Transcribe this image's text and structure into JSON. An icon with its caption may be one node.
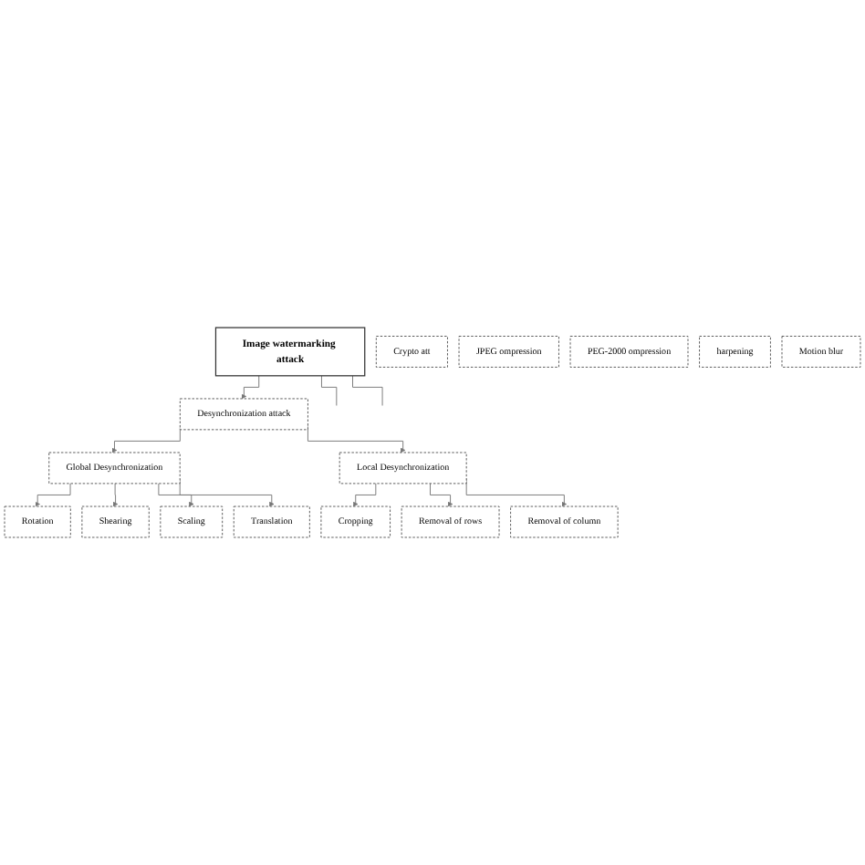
{
  "diagram": {
    "nodes": [
      {
        "text": [
          "Image watermarking attack"
        ]
      },
      {
        "text": [
          "Desynchronization attack"
        ]
      },
      {
        "text": [
          "Crypto att"
        ]
      },
      {
        "text": [
          "Global Desynchronization"
        ]
      },
      {
        "text": [
          "Local Desynchronization"
        ]
      },
      {
        "text": [
          "JPEG ompression"
        ]
      },
      {
        "text": [
          "PEG-2000 ompression"
        ]
      },
      {
        "text": [
          "harpening"
        ]
      },
      {
        "text": [
          "Motion blur"
        ]
      },
      {
        "text": [
          "Rotation"
        ]
      },
      {
        "text": [
          "Shearing"
        ]
      },
      {
        "text": [
          "Scaling"
        ]
      },
      {
        "text": [
          "Translation"
        ]
      },
      {
        "text": [
          "Cropping"
        ]
      },
      {
        "text": [
          "Removal of rows"
        ]
      },
      {
        "text": [
          "Removal of column"
        ]
      }
    ],
    "edges": [
      {
        "from": 0,
        "to": 1,
        "arrow": "to"
      },
      {
        "from": 0,
        "to": null,
        "arrow": "none"
      },
      {
        "from": 0,
        "to": null,
        "arrow": "none"
      },
      {
        "from": 1,
        "to": 3,
        "arrow": "to"
      },
      {
        "from": 1,
        "to": 4,
        "arrow": "to"
      },
      {
        "from": 3,
        "to": 9,
        "arrow": "to"
      },
      {
        "from": 3,
        "to": 10,
        "arrow": "to"
      },
      {
        "from": 3,
        "to": 11,
        "arrow": "to"
      },
      {
        "from": 3,
        "to": 12,
        "arrow": "to"
      },
      {
        "from": 4,
        "to": 13,
        "arrow": "to"
      },
      {
        "from": 4,
        "to": 14,
        "arrow": "to"
      },
      {
        "from": 4,
        "to": 15,
        "arrow": "to"
      }
    ]
  }
}
